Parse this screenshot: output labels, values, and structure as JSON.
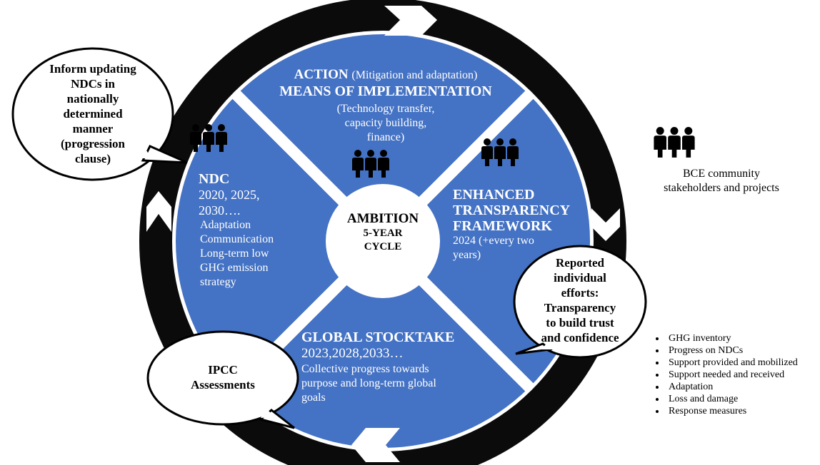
{
  "center": {
    "title": "AMBITION",
    "line2": "5-YEAR",
    "line3": "CYCLE"
  },
  "action": {
    "title": "ACTION",
    "subtitle": "(Mitigation and adaptation)",
    "title2": "MEANS OF IMPLEMENTATION",
    "lines": [
      "(Technology transfer,",
      "capacity building,",
      "finance)"
    ]
  },
  "ndc": {
    "title": "NDC",
    "years1": "2020, 2025,",
    "years2": "2030….",
    "lines": [
      "Adaptation",
      "Communication",
      "Long-term low",
      "GHG emission",
      "strategy"
    ]
  },
  "etf": {
    "title1": "ENHANCED",
    "title2": "TRANSPARENCY",
    "title3": "FRAMEWORK",
    "lines": [
      "2024 (+every two",
      "years)"
    ]
  },
  "gst": {
    "title": "GLOBAL STOCKTAKE",
    "years": "2023,2028,2033…",
    "lines": [
      "Collective progress towards",
      "purpose and long-term global",
      "goals"
    ]
  },
  "bubbles": {
    "inform": [
      "Inform updating",
      "NDCs in",
      "nationally",
      "determined",
      "manner",
      "(progression",
      "clause)"
    ],
    "ipcc": [
      "IPCC",
      "Assessments"
    ],
    "reported": [
      "Reported",
      "individual",
      "efforts:",
      "Transparency",
      "to build trust",
      "and confidence"
    ]
  },
  "stakeholders": {
    "line1": "BCE community",
    "line2": "stakeholders and projects"
  },
  "bullets": [
    "GHG inventory",
    "Progress on NDCs",
    "Support provided and mobilized",
    "Support needed and received",
    "Adaptation",
    "Loss and damage",
    "Response measures"
  ],
  "colors": {
    "ring": "#0b0b0b",
    "circle": "#4472c4",
    "divider": "#ffffff",
    "people": "#000000"
  },
  "icons": [
    "people-group-icon",
    "ring-arrow-icon"
  ]
}
